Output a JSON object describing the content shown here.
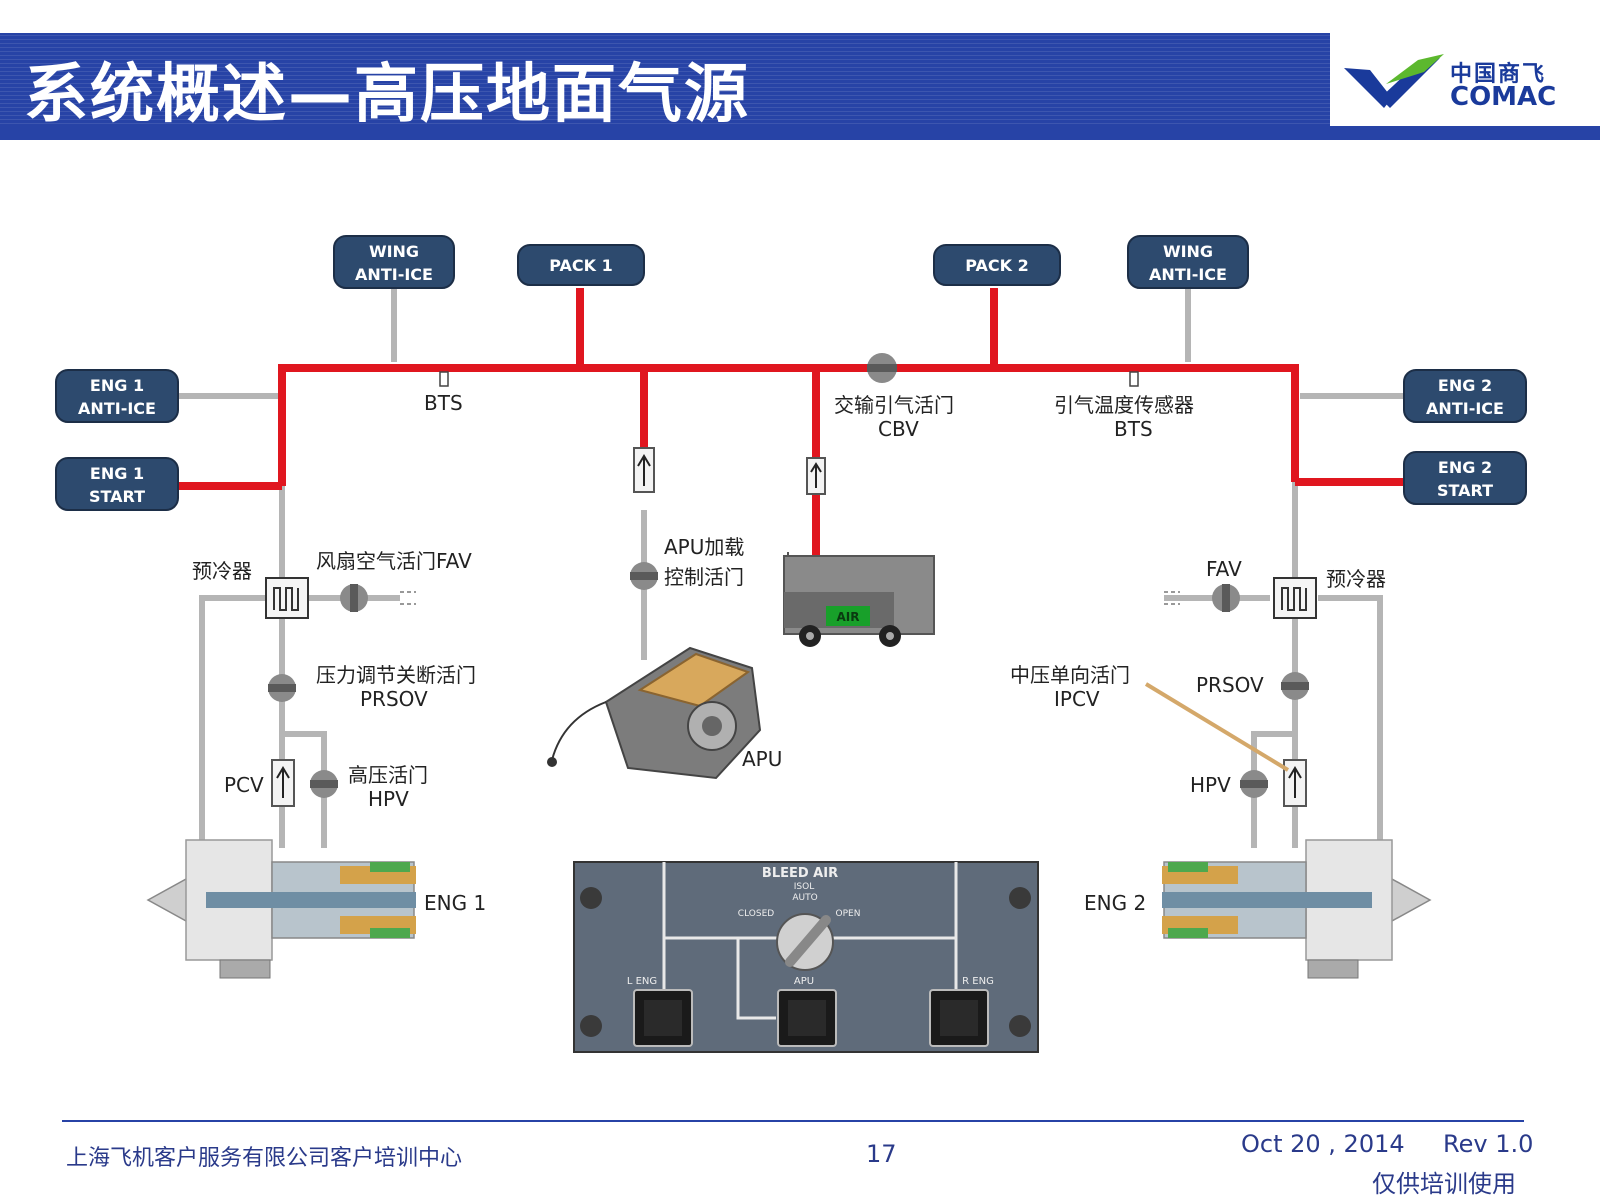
{
  "header": {
    "title": "系统概述—高压地面气源"
  },
  "logo": {
    "cn": "中国商飞",
    "en": "COMAC"
  },
  "consumers": {
    "wing_anti_ice_left": [
      "WING",
      "ANTI-ICE"
    ],
    "pack1": "PACK 1",
    "pack2": "PACK 2",
    "wing_anti_ice_right": [
      "WING",
      "ANTI-ICE"
    ],
    "eng1_anti_ice": [
      "ENG 1",
      "ANTI-ICE"
    ],
    "eng1_start": [
      "ENG 1",
      "START"
    ],
    "eng2_anti_ice": [
      "ENG 2",
      "ANTI-ICE"
    ],
    "eng2_start": [
      "ENG 2",
      "START"
    ]
  },
  "labels": {
    "bts_left": "BTS",
    "cbv_cn": "交输引气活门",
    "cbv": "CBV",
    "bts_right_cn": "引气温度传感器",
    "bts_right": "BTS",
    "apu_valve": [
      "APU加载",
      "控制活门"
    ],
    "precooler_left": "预冷器",
    "fav_left": "风扇空气活门FAV",
    "prsov_left_cn": "压力调节关断活门",
    "prsov_left": "PRSOV",
    "pcv": "PCV",
    "hpv_left_cn": "高压活门",
    "hpv_left": "HPV",
    "apu": "APU",
    "eng1": "ENG 1",
    "fav_right": "FAV",
    "precooler_right": "预冷器",
    "ipcv_cn": "中压单向活门",
    "ipcv": "IPCV",
    "prsov_right": "PRSOV",
    "hpv_right": "HPV",
    "eng2": "ENG 2",
    "cart": "AIR"
  },
  "panel": {
    "title": "BLEED AIR",
    "isol": "ISOL",
    "auto": "AUTO",
    "closed": "CLOSED",
    "open": "OPEN",
    "l_eng": "L ENG",
    "apu": "APU",
    "r_eng": "R ENG"
  },
  "footer": {
    "company": "上海飞机客户服务有限公司客户培训中心",
    "page": "17",
    "date": "Oct 20 , 2014",
    "rev": "Rev 1.0",
    "note": "仅供培训使用"
  },
  "colors": {
    "header": "#2743a6",
    "duct_hot": "#e0161f",
    "duct_cold": "#b5b5b5",
    "pill": "#2d4a6e",
    "panel": "#5f6b7a"
  }
}
